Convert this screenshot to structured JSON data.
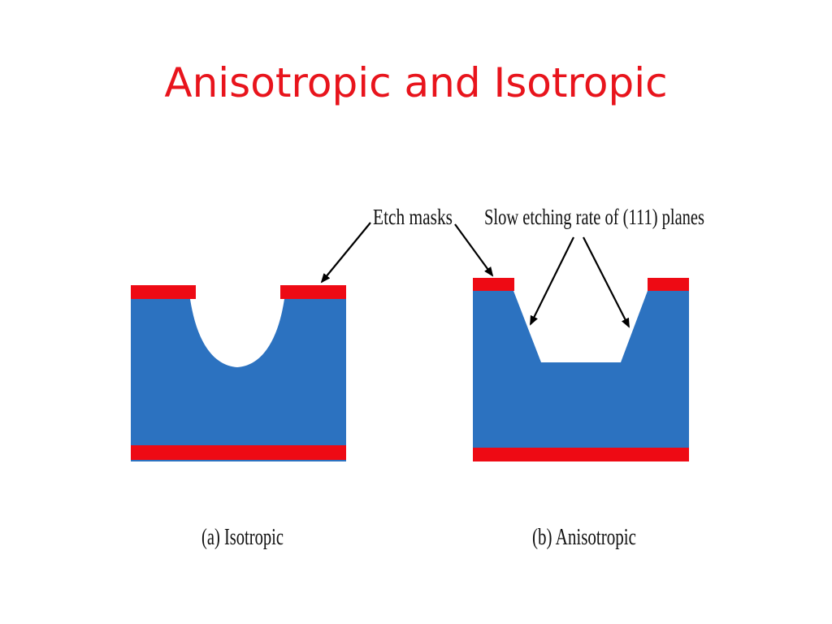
{
  "title": "Anisotropic and Isotropic",
  "labels": {
    "etch_masks": "Etch masks",
    "slow_etching": "Slow etching rate of (111) planes",
    "caption_a": "(a) Isotropic",
    "caption_b": "(b) Anisotropic"
  },
  "colors": {
    "title": "#e8141c",
    "substrate": "#2c72c0",
    "mask": "#ee0a14",
    "arrow": "#000000"
  }
}
